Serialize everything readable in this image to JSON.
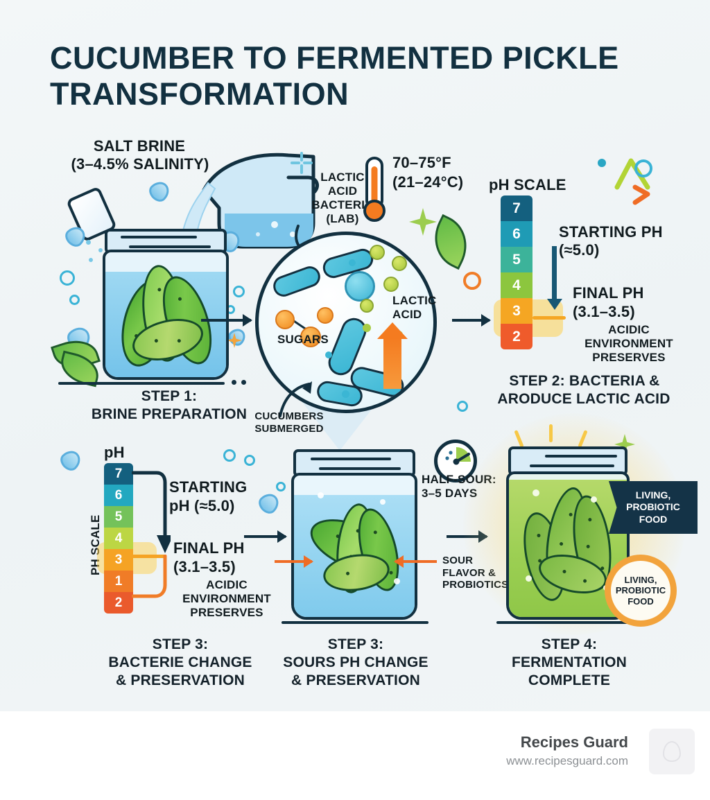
{
  "title": "CUCUMBER TO FERMENTED PICKLE TRANSFORMATION",
  "colors": {
    "background": "#eef3f5",
    "ink": "#123040",
    "orange": "#f47b20",
    "green": "#79c84a",
    "brine_blue": "#7cc5ea"
  },
  "step1": {
    "brine_label": "SALT BRINE",
    "brine_sub": "(3–4.5% SALINITY)",
    "caption_line1": "STEP 1:",
    "caption_line2": "BRINE PREPARATION",
    "submerged_note": "CUCUMBERS\nSUBMERGED"
  },
  "step2": {
    "lab_label": "LACTIC\nACID\nBACTERIA\n(LAB)",
    "temperature": "70–75°F",
    "temperature_c": "(21–24°C)",
    "sugars_label": "SUGARS",
    "lactic_acid_label": "LACTIC\nACID",
    "caption_line1": "STEP 2: BACTERIA &",
    "caption_line2": "ARODUCE LACTIC ACID"
  },
  "ph_top": {
    "heading": "pH SCALE",
    "cells": [
      {
        "value": "7",
        "color": "#14607f"
      },
      {
        "value": "6",
        "color": "#1f9bb5"
      },
      {
        "value": "5",
        "color": "#3cb39a"
      },
      {
        "value": "4",
        "color": "#8cc63e"
      },
      {
        "value": "3",
        "color": "#f5a623"
      },
      {
        "value": "2",
        "color": "#ef5b2b"
      }
    ],
    "starting_label": "STARTING pH",
    "starting_value": "(≈5.0)",
    "final_label": "FINAL pH",
    "final_value": "(3.1–3.5)",
    "note": "ACIDIC\nENVIRONMENT\nPRESERVES"
  },
  "ph_bottom": {
    "heading": "pH",
    "axis_label": "pH SCALE",
    "cells": [
      {
        "value": "7",
        "color": "#14607f"
      },
      {
        "value": "6",
        "color": "#23a8c0"
      },
      {
        "value": "5",
        "color": "#74c25a"
      },
      {
        "value": "4",
        "color": "#bcd644"
      },
      {
        "value": "3",
        "color": "#f5a324"
      },
      {
        "value": "1",
        "color": "#f07c27"
      },
      {
        "value": "2",
        "color": "#ea5a2c"
      }
    ],
    "starting_label": "STARTING",
    "starting_value": "pH (≈5.0)",
    "final_label": "FINAL pH",
    "final_value": "(3.1–3.5)",
    "note": "ACIDIC\nENVIRONMENT\nPRESERVES",
    "caption_line1": "STEP 3:",
    "caption_line2": "BACTERIE CHANGE",
    "caption_line3": "& PRESERVATION"
  },
  "step3": {
    "caption_line1": "STEP 3:",
    "caption_line2": "SOURS pH CHANGE",
    "caption_line3": "& PRESERVATION",
    "sour_note": "SOUR\nFLAVOR &\nPROBIOTICS"
  },
  "step4": {
    "half_sour_line1": "HALF-SOUR:",
    "half_sour_line2": "3–5 DAYS",
    "ribbon_text": "LIVING,\nPROBIOTIC\nFOOD",
    "seal_text": "LIVING,\nPROBIOTIC\nFOOD",
    "caption_line1": "STEP 4:",
    "caption_line2": "FERMENTATION",
    "caption_line3": "COMPLETE"
  },
  "footer": {
    "brand_name": "Recipes Guard",
    "brand_url": "www.recipesguard.com"
  }
}
